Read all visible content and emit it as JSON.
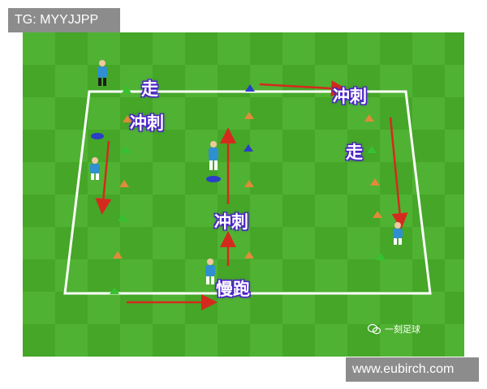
{
  "tag_text": "TG: MYYJJPP",
  "url_text": "www.eubirch.com",
  "watermark": {
    "icon": "wechat-icon",
    "text": "一刻足球"
  },
  "labels": {
    "walk_top": "走",
    "sprint_left": "冲刺",
    "sprint_top_right": "冲刺",
    "walk_right": "走",
    "sprint_middle": "冲刺",
    "jog_bottom": "慢跑"
  },
  "colors": {
    "grass_light": "#4caf2e",
    "grass_dark": "#3f9a24",
    "lines": "#ffffff",
    "arrow": "#d42a1e",
    "player": "#2f8fd0",
    "cone_orange": "#e08a3a",
    "cone_green": "#35c230",
    "cone_blue": "#2a3ec8",
    "label_outline": "#4a22c8"
  }
}
